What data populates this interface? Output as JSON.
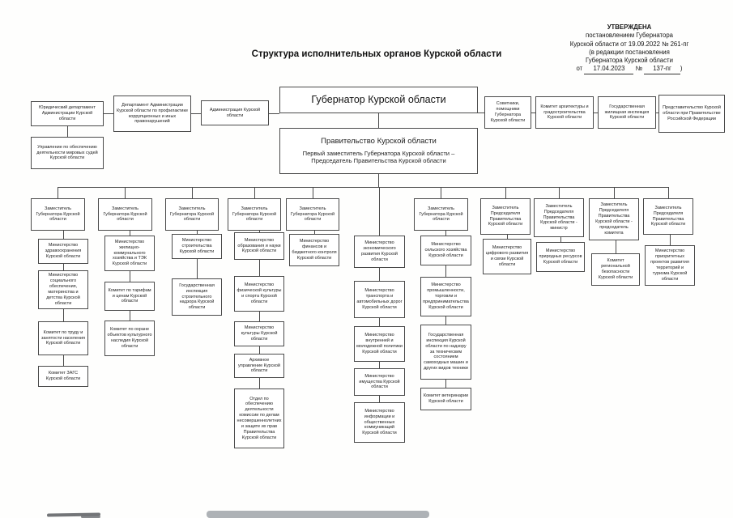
{
  "title": "Структура исполнительных органов Курской области",
  "approval": {
    "heading": "УТВЕРЖДЕНА",
    "line1": "постановлением Губернатора",
    "line2": "Курской области от 19.09.2022 № 261-пг",
    "line3": "(в редакции постановления",
    "line4": "Губернатора Курской области",
    "from_label": "от",
    "date": "17.04.2023",
    "number_sign": "№",
    "number": "137-пг",
    "paren": ")"
  },
  "governor": "Губернатор Курской области",
  "government": {
    "title": "Правительство Курской области",
    "subtitle": "Первый заместитель Губернатора Курской области – Председатель Правительства Курской области"
  },
  "governor_units_left": [
    "Юридический департамент Администрации Курской области",
    "Управление по обеспечению деятельности мировых судей Курской области",
    "Департамент Администрации Курской области по профилактике коррупционных и иных правонарушений",
    "Администрация Курской области"
  ],
  "governor_units_right": [
    "Советники, помощники Губернатора Курской области",
    "Комитет архитектуры и градостроительства Курской области",
    "Государственная жилищная инспекция Курской области",
    "Представительство Курской области при Правительстве Российской Федерации"
  ],
  "central_units": [
    "Министерство экономического развития Курской области",
    "Министерство транспорта и автомобильных дорог Курской области",
    "Министерство внутренней и молодежной политики Курской области",
    "Министерство имущества Курской области",
    "Министерство информации и общественных коммуникаций Курской области"
  ],
  "columns": [
    {
      "head": "Заместитель Губернатора Курской области",
      "children": [
        "Министерство здравоохранения Курской области",
        "Министерство социального обеспечения, материнства и детства Курской области",
        "Комитет по труду и занятости населения Курской области",
        "Комитет ЗАГС Курской области"
      ]
    },
    {
      "head": "Заместитель Губернатора Курской области",
      "children": [
        "Министерство жилищно-коммунального хозяйства и ТЭК Курской области",
        "Комитет по тарифам и ценам Курской области",
        "Комитет по охране объектов культурного наследия Курской области"
      ]
    },
    {
      "head": "Заместитель Губернатора Курской области",
      "children": [
        "Министерство строительства Курской области",
        "Государственная инспекция строительного надзора Курской области"
      ]
    },
    {
      "head": "Заместитель Губернатора Курской области",
      "children": [
        "Министерство образования и науки Курской области",
        "Министерство физической культуры и спорта Курской области",
        "Министерство культуры Курской области",
        "Архивное управление Курской области",
        "Отдел по обеспечению деятельности комиссии по делам несовершеннолетних и защите их прав Правительства Курской области"
      ]
    },
    {
      "head": "Заместитель Губернатора Курской области",
      "children": [
        "Министерство финансов и бюджетного контроля Курской области"
      ]
    },
    {
      "head": "Заместитель Губернатора Курской области",
      "children": [
        "Министерство сельского хозяйства Курской области",
        "Министерство промышленности, торговли и предпринимательства Курской области",
        "Государственная инспекция Курской области по надзору за техническим состоянием самоходных машин и других видов техники",
        "Комитет ветеринарии Курской области"
      ]
    },
    {
      "head": "Заместитель Председателя Правительства Курской области",
      "children": [
        "Министерство цифрового развития и связи Курской области"
      ]
    },
    {
      "head": "Заместитель Председателя Правительства Курской области - министр",
      "children": [
        "Министерство природных ресурсов Курской области"
      ]
    },
    {
      "head": "Заместитель Председателя Правительства Курской области - председатель комитета",
      "children": [
        "Комитет региональной безопасности Курской области"
      ]
    },
    {
      "head": "Заместитель Председателя Правительства Курской области",
      "children": [
        "Министерство приоритетных проектов развития территорий и туризма Курской области"
      ]
    }
  ],
  "colors": {
    "ink": "#4a4a4a",
    "paper": "#fefefd"
  }
}
